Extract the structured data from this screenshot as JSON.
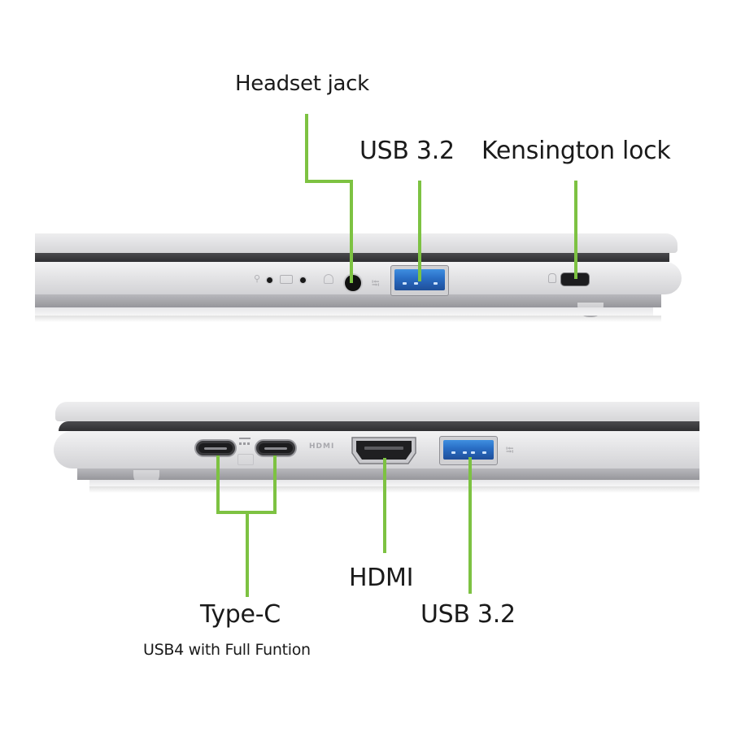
{
  "top_view": {
    "labels": {
      "headset_jack": "Headset jack",
      "usb_left": "USB 3.2",
      "kensington": "Kensington lock"
    },
    "port_glyphs": {
      "power_indicator": "⚲",
      "battery_indicator": "▭",
      "headset_icon": "🎧",
      "usb_symbol": "⭿",
      "lock_icon": "🔒"
    }
  },
  "bottom_view": {
    "labels": {
      "type_c": "Type-C",
      "type_c_sub": "USB4 with Full Funtion",
      "hdmi": "HDMI",
      "usb_right": "USB 3.2"
    },
    "port_glyphs": {
      "hdmi_logo": "HDMI",
      "usb_symbol": "⭿"
    }
  },
  "colors": {
    "callout_line": "#7dc242",
    "usb_blue": "#2a6fc6",
    "chassis_silver": "#e4e4e6",
    "seam_dark": "#2e2e31"
  }
}
